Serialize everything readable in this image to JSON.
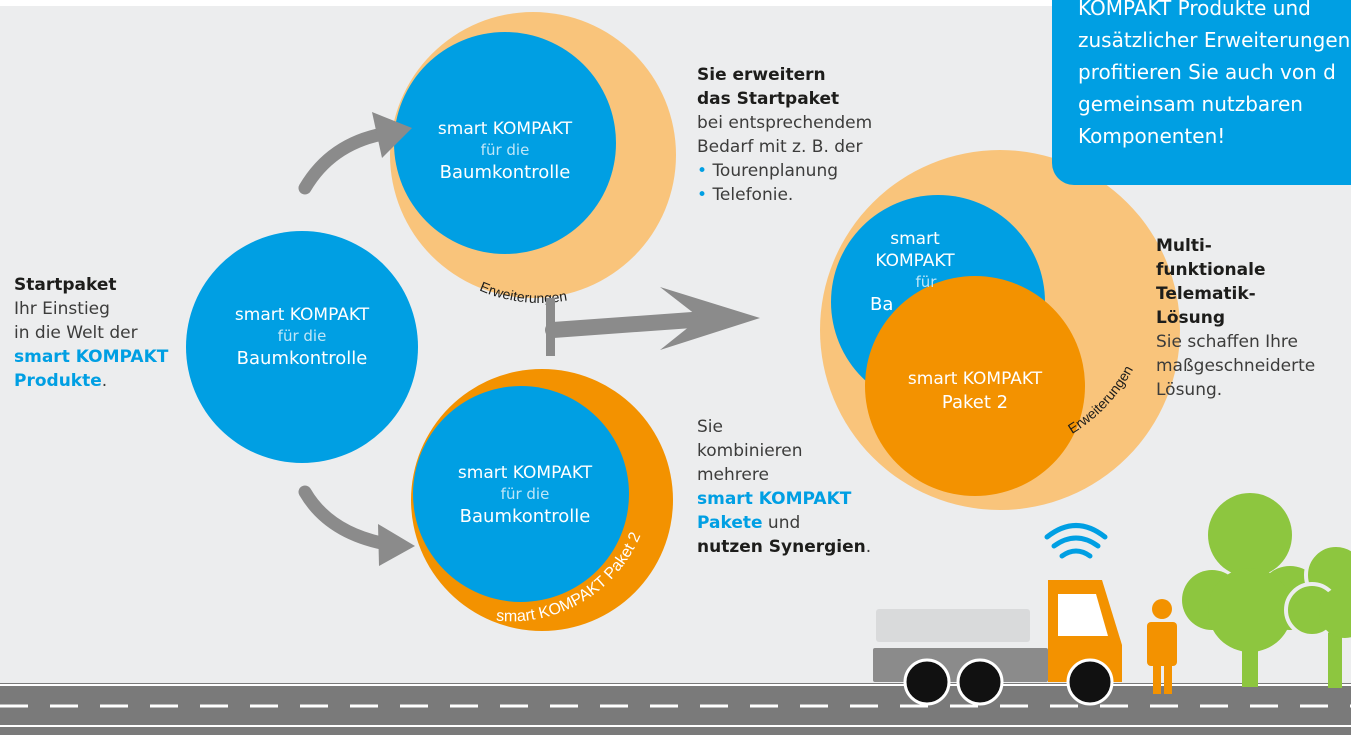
{
  "colors": {
    "blue": "#009fe3",
    "light_orange": "#f9c47b",
    "orange": "#f39200",
    "gray_bg": "#ecedee",
    "arrow_gray": "#8b8b8b",
    "green": "#8dc63f"
  },
  "callout": {
    "lines": [
      "KOMPAKT Produkte und",
      "zusätzlicher Erweiterungen",
      "profitieren Sie auch von d",
      "gemeinsam nutzbaren",
      "Komponenten!"
    ]
  },
  "circle_center": {
    "title": "smart KOMPAKT",
    "sub": "für die",
    "main": "Baumkontrolle"
  },
  "circle_top": {
    "title": "smart KOMPAKT",
    "sub": "für die",
    "main": "Baumkontrolle",
    "ring_label": "Erweiterungen"
  },
  "circle_bottom": {
    "title": "smart KOMPAKT",
    "sub": "für die",
    "main": "Baumkontrolle",
    "ring_label": "smart KOMPAKT Paket 2"
  },
  "circle_right": {
    "blue_title_1": "smart",
    "blue_title_2": "KOMPAKT",
    "blue_sub": "für",
    "blue_main": "Ba",
    "orange_title": "smart KOMPAKT",
    "orange_main": "Paket 2",
    "ring_label": "Erweiterungen"
  },
  "startpaket": {
    "heading": "Startpaket",
    "line1": "Ihr Einstieg",
    "line2": "in die Welt der",
    "link1": "smart KOMPAKT",
    "link2": "Produkte",
    "dot": "."
  },
  "erweitern": {
    "heading1": "Sie erweitern",
    "heading2": "das Startpaket",
    "line1": "bei entsprechendem",
    "line2": "Bedarf mit z. B. der",
    "bullet_char": "•",
    "bullet1": "Tourenplanung",
    "bullet2": "Telefonie."
  },
  "kombinieren": {
    "line1": "Sie",
    "line2": "kombinieren",
    "line3": "mehrere",
    "link1": "smart KOMPAKT",
    "link2": "Pakete",
    "mid": " und",
    "bold": "nutzen Synergien",
    "dot": "."
  },
  "multi": {
    "h1": "Multi-",
    "h2": "funktionale",
    "h3": "Telematik-",
    "h4": "Lösung",
    "line1": "Sie schaffen Ihre",
    "line2": "maßgeschneiderte",
    "line3": "Lösung."
  }
}
